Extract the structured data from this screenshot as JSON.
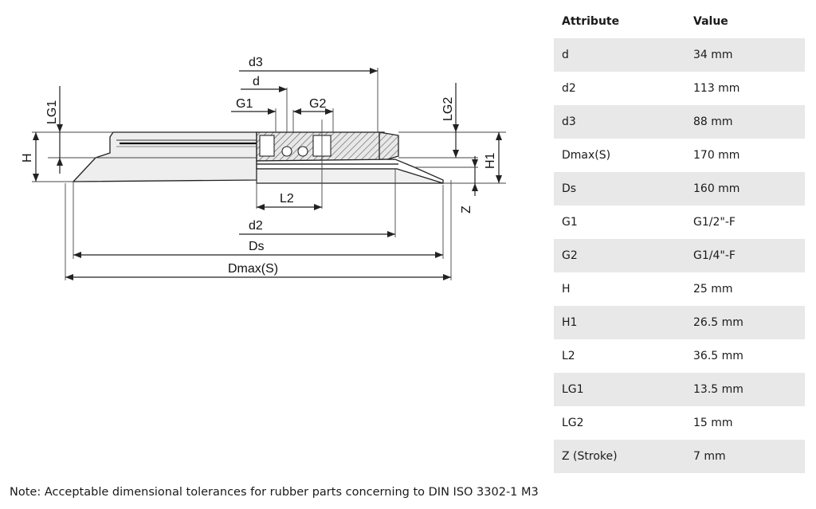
{
  "table": {
    "headers": {
      "attribute": "Attribute",
      "value": "Value"
    },
    "rows": [
      {
        "attribute": "d",
        "value": "34 mm"
      },
      {
        "attribute": "d2",
        "value": "113 mm"
      },
      {
        "attribute": "d3",
        "value": "88 mm"
      },
      {
        "attribute": "Dmax(S)",
        "value": "170 mm"
      },
      {
        "attribute": "Ds",
        "value": "160 mm"
      },
      {
        "attribute": "G1",
        "value": "G1/2\"-F"
      },
      {
        "attribute": "G2",
        "value": "G1/4\"-F"
      },
      {
        "attribute": "H",
        "value": "25 mm"
      },
      {
        "attribute": "H1",
        "value": "26.5 mm"
      },
      {
        "attribute": "L2",
        "value": "36.5 mm"
      },
      {
        "attribute": "LG1",
        "value": "13.5 mm"
      },
      {
        "attribute": "LG2",
        "value": "15 mm"
      },
      {
        "attribute": "Z (Stroke)",
        "value": "7 mm"
      }
    ]
  },
  "drawing": {
    "labels": {
      "d3": "d3",
      "d": "d",
      "g1": "G1",
      "g2": "G2",
      "lg1": "LG1",
      "lg2": "LG2",
      "h": "H",
      "h1": "H1",
      "l2": "L2",
      "d2": "d2",
      "ds": "Ds",
      "dmax": "Dmax(S)",
      "z": "Z"
    }
  },
  "note": "Note: Acceptable dimensional tolerances for rubber parts concerning to DIN ISO 3302-1 M3"
}
